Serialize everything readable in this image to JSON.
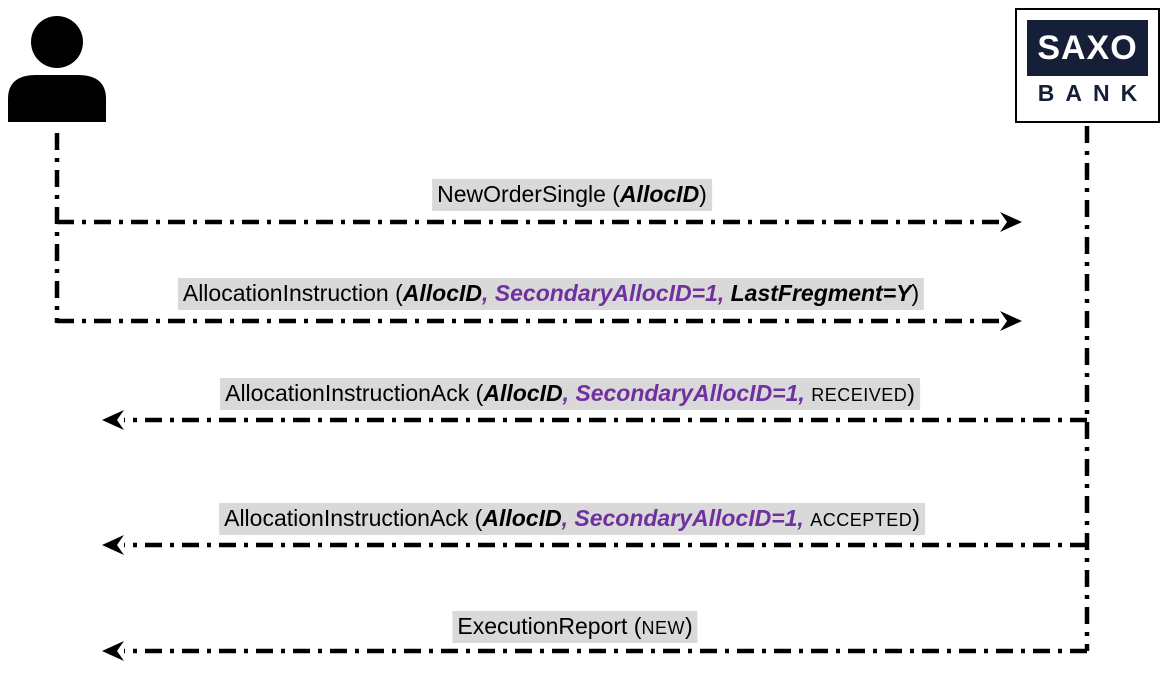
{
  "colors": {
    "line_black": "#000000",
    "label_background": "#D9D9D9",
    "param_purple": "#7030A0",
    "brand_navy": "#151F38",
    "logo_text_white": "#FFFFFF"
  },
  "actors": {
    "client": {
      "icon": "person-icon"
    },
    "bank": {
      "logo_line1": "SAXO",
      "logo_line2": "BANK"
    }
  },
  "messages": [
    {
      "direction": "right",
      "parts": {
        "prefix": "NewOrderSingle (",
        "param_bold": "AllocID",
        "param_purple": "",
        "param_bold2": "",
        "status_caps": "",
        "suffix": ")"
      }
    },
    {
      "direction": "right",
      "parts": {
        "prefix": "AllocationInstruction (",
        "param_bold": "AllocID",
        "param_purple": ", SecondaryAllocID=1, ",
        "param_bold2": "LastFregment=Y",
        "status_caps": "",
        "suffix": ")"
      }
    },
    {
      "direction": "left",
      "parts": {
        "prefix": "AllocationInstructionAck (",
        "param_bold": "AllocID",
        "param_purple": ", SecondaryAllocID=1, ",
        "param_bold2": "",
        "status_caps": "RECEIVED",
        "suffix": ")"
      }
    },
    {
      "direction": "left",
      "parts": {
        "prefix": "AllocationInstructionAck (",
        "param_bold": "AllocID",
        "param_purple": ", SecondaryAllocID=1, ",
        "param_bold2": "",
        "status_caps": "ACCEPTED",
        "suffix": ")"
      }
    },
    {
      "direction": "left",
      "parts": {
        "prefix": "ExecutionReport (",
        "param_bold": "",
        "param_purple": "",
        "param_bold2": "",
        "status_caps": "NEW",
        "suffix": ")"
      }
    }
  ]
}
